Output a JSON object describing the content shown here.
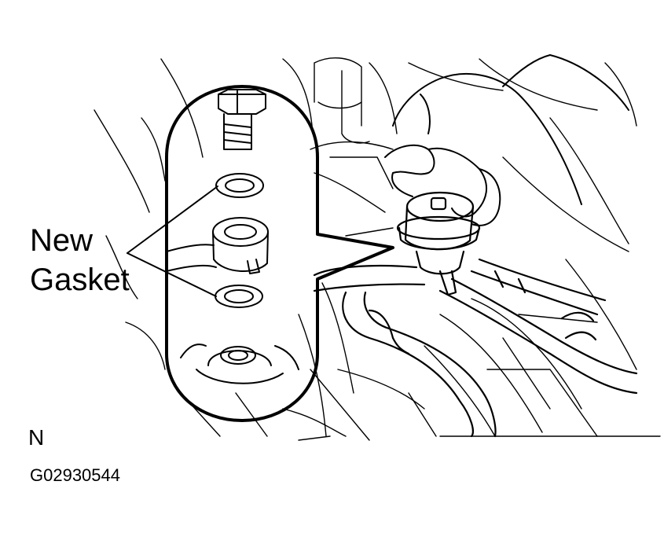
{
  "callout": {
    "line1": "New",
    "line2": "Gasket"
  },
  "marker": "N",
  "figure_code": "G02930544",
  "colors": {
    "ink": "#000000",
    "paper": "#ffffff"
  }
}
